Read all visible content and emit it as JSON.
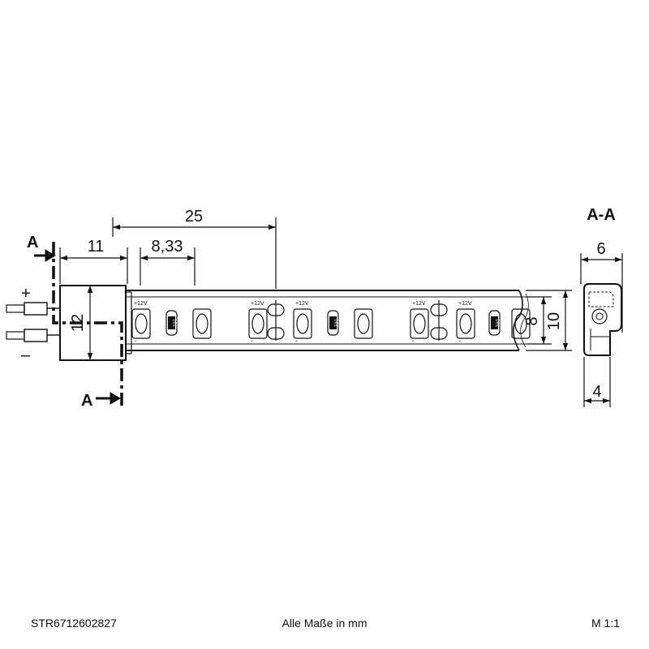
{
  "drawing": {
    "dimensions": {
      "pitch_25": "25",
      "connector_11": "11",
      "led_pitch": "8,33",
      "height_12": "12",
      "strip_width_8": "8",
      "strip_width_10": "10",
      "section_width_6": "6",
      "section_depth_4": "4"
    },
    "section_marker": "A",
    "section_title": "A-A",
    "polarity": {
      "plus": "+",
      "minus": "–"
    },
    "pad_label": "+12V",
    "resistor_label": "161",
    "pad_minus": "–"
  },
  "footer": {
    "article_number": "STR6712602827",
    "units_note": "Alle Maße in mm",
    "scale": "M 1:1"
  }
}
